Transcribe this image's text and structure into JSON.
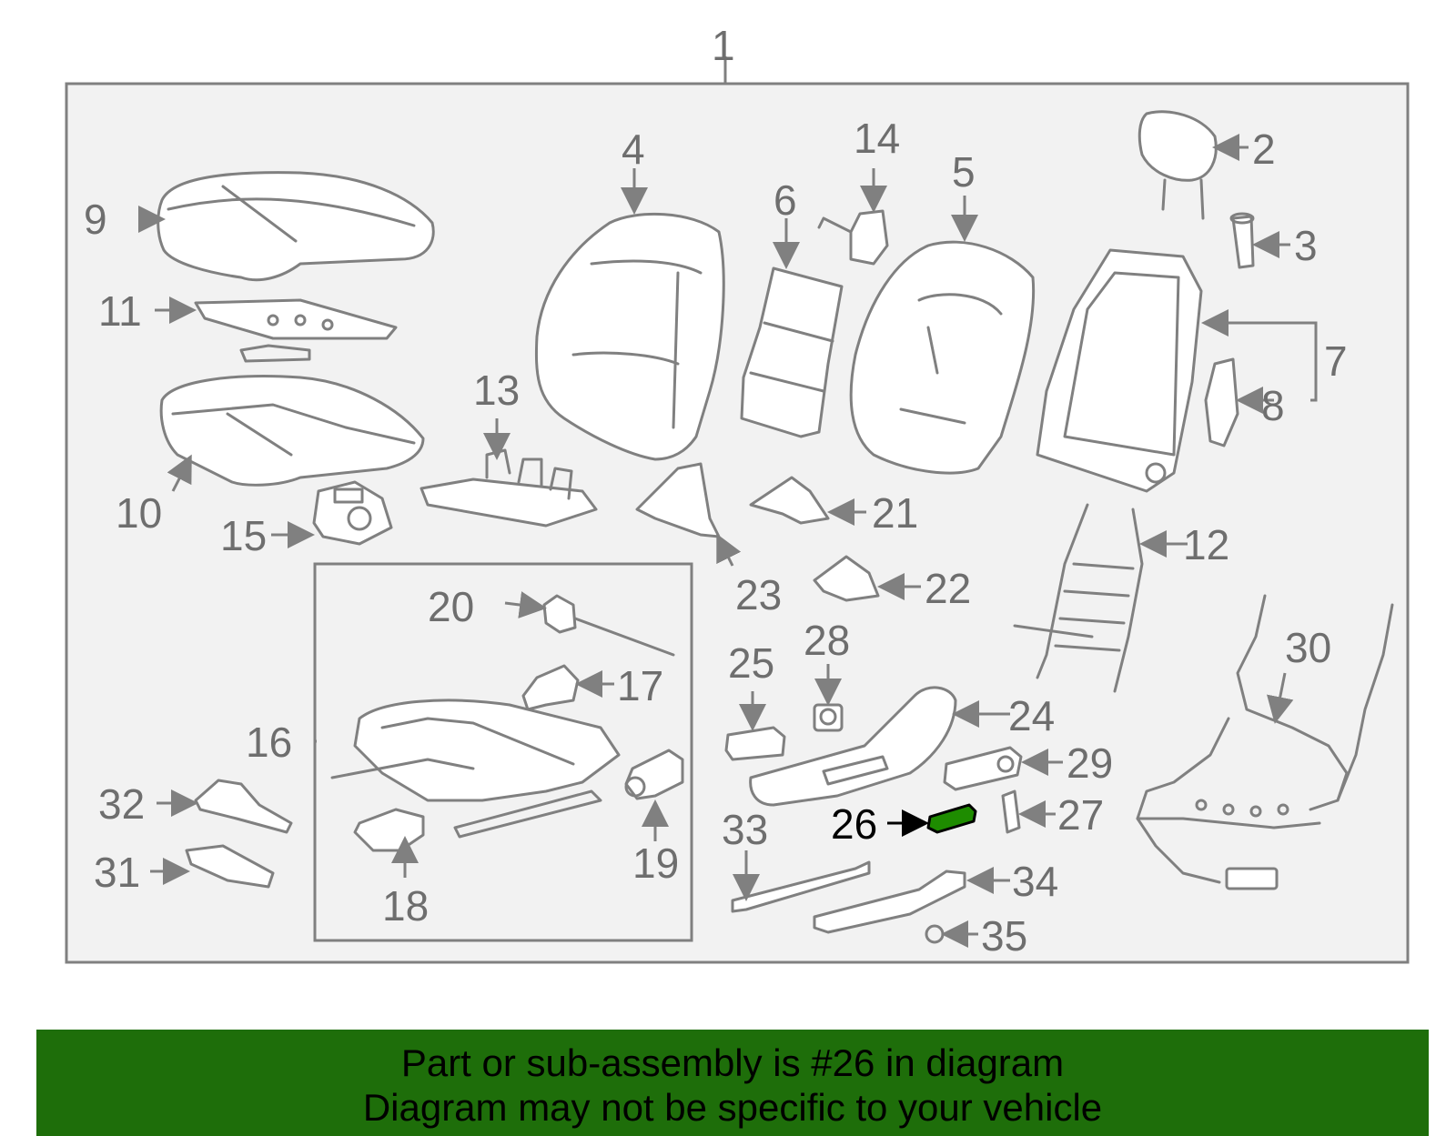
{
  "diagram": {
    "assembly_number": "1",
    "highlighted_part": "26",
    "callouts": {
      "c2": "2",
      "c3": "3",
      "c4": "4",
      "c5": "5",
      "c6": "6",
      "c7": "7",
      "c8": "8",
      "c9": "9",
      "c10": "10",
      "c11": "11",
      "c12": "12",
      "c13": "13",
      "c14": "14",
      "c15": "15",
      "c16": "16",
      "c17": "17",
      "c18": "18",
      "c19": "19",
      "c20": "20",
      "c21": "21",
      "c22": "22",
      "c23": "23",
      "c24": "24",
      "c25": "25",
      "c26": "26",
      "c27": "27",
      "c28": "28",
      "c29": "29",
      "c30": "30",
      "c31": "31",
      "c32": "32",
      "c33": "33",
      "c34": "34",
      "c35": "35"
    },
    "colors": {
      "background": "#f2f2f2",
      "line": "#808080",
      "highlight": "#1e8c00",
      "banner": "#1e6e0a"
    }
  },
  "banner": {
    "line1": "Part or sub-assembly is #26 in diagram",
    "line2": "Diagram may not be specific to your vehicle"
  }
}
